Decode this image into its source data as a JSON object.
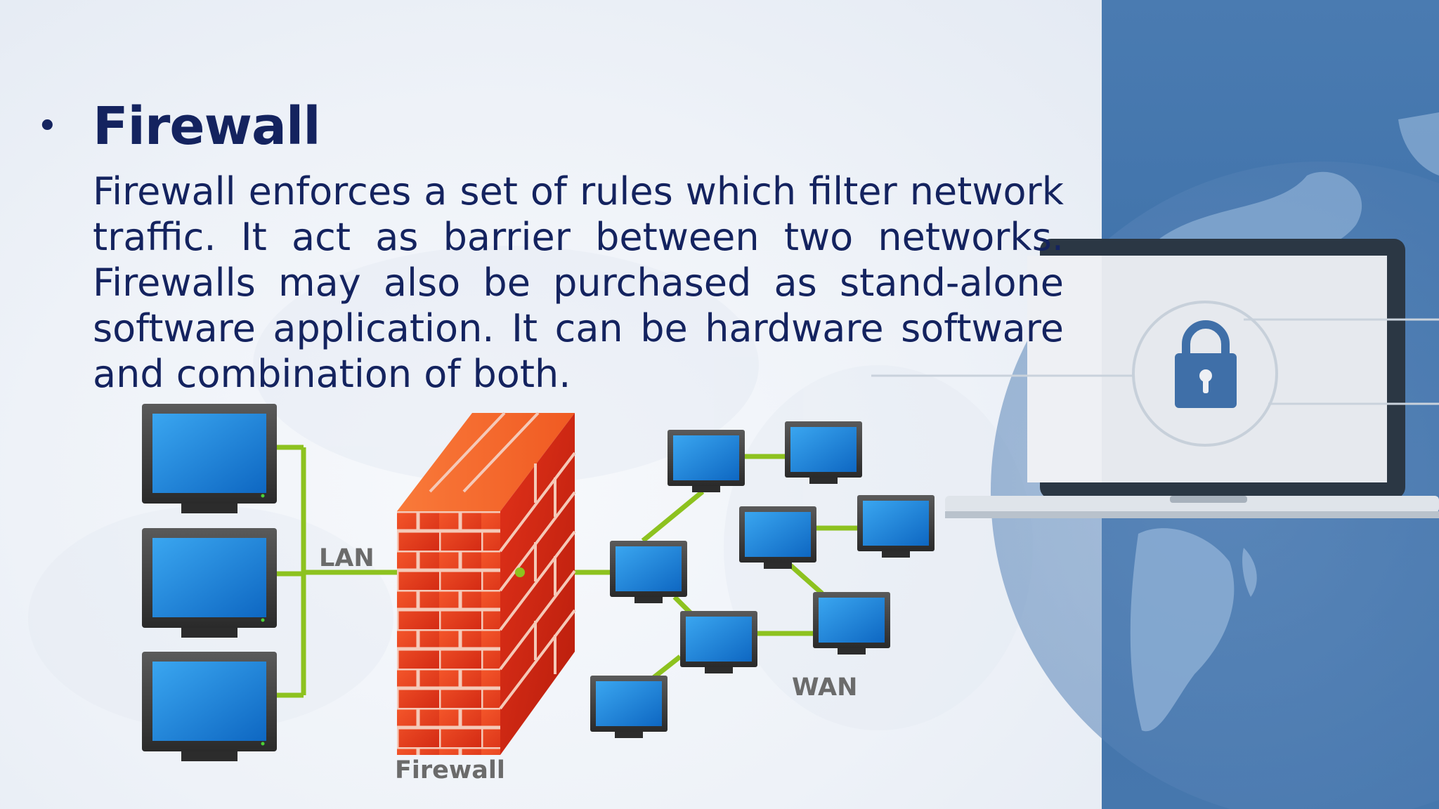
{
  "slide": {
    "bullet": "•",
    "title": "Firewall",
    "body": "Firewall enforces a set of rules which filter network traffic. It act as barrier between two networks. Firewalls may also be purchased as stand-alone software application. It can be hardware software and combination of both."
  },
  "diagram": {
    "lan_label": "LAN",
    "wan_label": "WAN",
    "firewall_label": "Firewall",
    "lan_computer_count": 3,
    "wan_computer_count": 8
  },
  "icons": {
    "lock": "lock-icon",
    "laptop": "laptop-icon",
    "computer": "monitor-icon",
    "firewall": "brick-wall-icon"
  },
  "colors": {
    "title": "#14235f",
    "panel": "#416fa8",
    "link": "#8dc21f",
    "brick": "#e63a1e",
    "monitor_screen": "#1f87dc"
  }
}
